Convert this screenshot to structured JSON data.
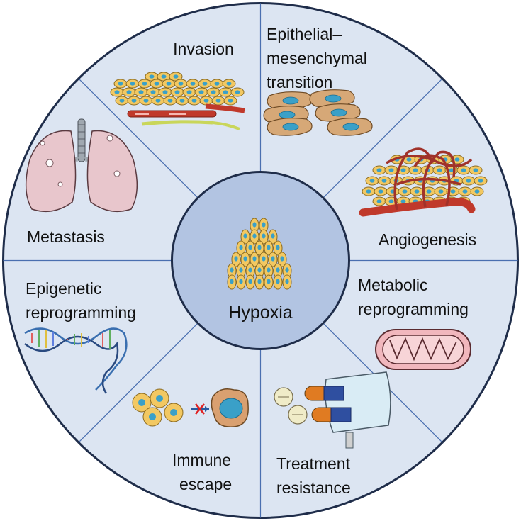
{
  "center": {
    "label": "Hypoxia",
    "icon": "tumor-cell-cluster-icon"
  },
  "segments": [
    {
      "id": "invasion",
      "lines": [
        "Invasion"
      ],
      "icon": "tissue-invasion-icon"
    },
    {
      "id": "emt",
      "lines": [
        "Epithelial–",
        "mesenchymal",
        "transition"
      ],
      "icon": "mesenchymal-cells-icon"
    },
    {
      "id": "angiogenesis",
      "lines": [
        "Angiogenesis"
      ],
      "icon": "vascularized-tumor-icon"
    },
    {
      "id": "metabolic",
      "lines": [
        "Metabolic",
        "reprogramming"
      ],
      "icon": "mitochondrion-icon"
    },
    {
      "id": "treatment",
      "lines": [
        "Treatment",
        "resistance"
      ],
      "icon": "drug-capsules-and-iv-bag-icon"
    },
    {
      "id": "immune",
      "lines": [
        "Immune",
        "escape"
      ],
      "icon": "immune-cell-blocked-icon"
    },
    {
      "id": "epigenetic",
      "lines": [
        "Epigenetic",
        "reprogramming"
      ],
      "icon": "dna-helix-icon"
    },
    {
      "id": "metastasis",
      "lines": [
        "Metastasis"
      ],
      "icon": "lungs-icon"
    }
  ],
  "colors": {
    "ring_fill": "#dce5f2",
    "ring_stroke": "#1f2d4a",
    "divider": "#4a6fb0",
    "center_fill": "#b2c4e2",
    "cell_fill": "#f2c862",
    "cell_stroke": "#8a6a20",
    "nucleus": "#3aa0c8",
    "vessel": "#c0392b",
    "text": "#111111"
  }
}
